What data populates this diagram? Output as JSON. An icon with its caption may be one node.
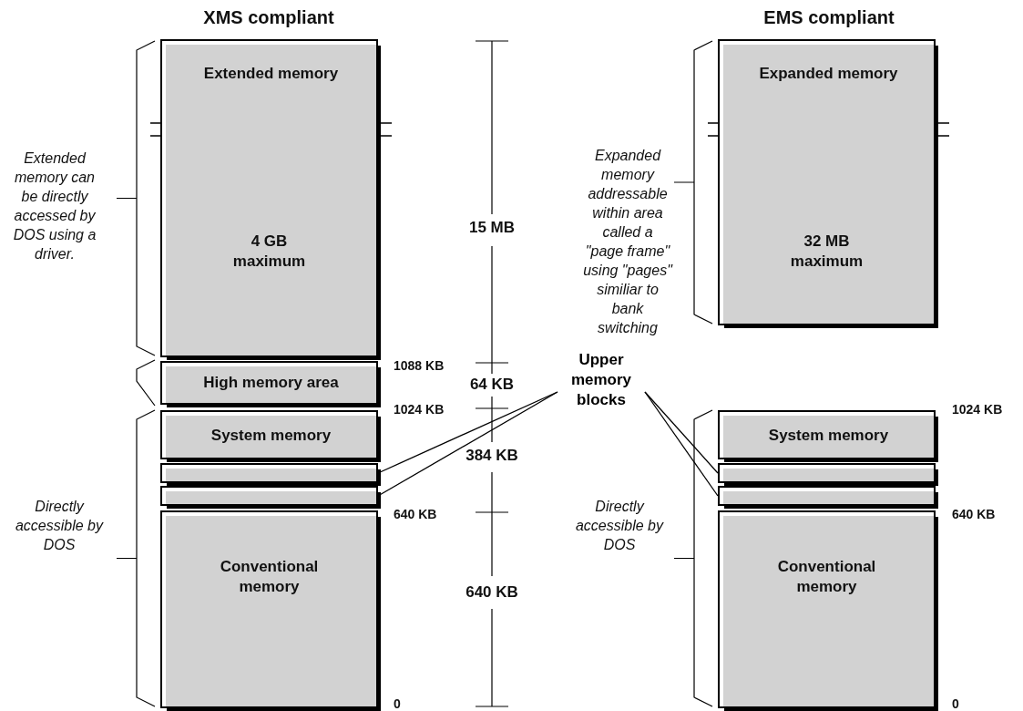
{
  "diagram": {
    "nodes": [
      {
        "text": [
          "Extended memory",
          "4 GB maximum"
        ]
      },
      {
        "text": [
          "High memory area"
        ]
      },
      {
        "text": [
          "System memory"
        ]
      },
      {
        "text": [],
        "shape": "bar"
      },
      {
        "text": [],
        "shape": "bar"
      },
      {
        "text": [
          "Conventional memory"
        ]
      },
      {
        "text": [
          "Expanded memory",
          "32 MB maximum"
        ]
      },
      {
        "text": [
          "System memory"
        ]
      },
      {
        "text": [],
        "shape": "bar"
      },
      {
        "text": [],
        "shape": "bar"
      },
      {
        "text": [
          "Conventional memory"
        ]
      },
      {
        "text": [
          "Upper memory blocks"
        ]
      }
    ],
    "edges": [
      {
        "from": 11,
        "to": 3,
        "arrow": "none"
      },
      {
        "from": 11,
        "to": 4,
        "arrow": "none"
      },
      {
        "from": 11,
        "to": 8,
        "arrow": "none"
      },
      {
        "from": 11,
        "to": 9,
        "arrow": "none"
      }
    ],
    "labels": [
      "XMS compliant",
      "EMS compliant",
      "Extended memory can be directly accessed by DOS using a driver.",
      "15 MB",
      "Expanded memory addressable within area called a \"page frame\" using \"pages\" similiar to bank switching",
      "1088 KB",
      "64 KB",
      "1024 KB",
      "384 KB",
      "640 KB",
      "Directly accessible by DOS",
      "640 KB",
      "0",
      "1024 KB",
      "Directly accessible by DOS",
      "640 KB",
      "0"
    ]
  }
}
